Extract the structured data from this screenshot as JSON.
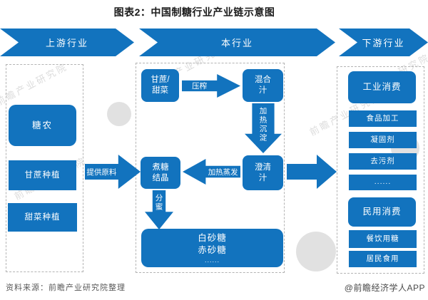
{
  "title": "图表2：中国制糖行业产业链示意图",
  "colors": {
    "primary_blue": "#1273BE",
    "dashed_border": "#b3b3b3",
    "footer_text": "#595959"
  },
  "banners": {
    "upstream": "上游行业",
    "main": "本行业",
    "downstream": "下游行业"
  },
  "upstream": {
    "farmer": "糖农",
    "cane_planting": "甘蔗种植",
    "beet_planting": "甜菜种植"
  },
  "flow": {
    "supply_label": "提供原料",
    "raw_material": "甘蔗/\n甜菜",
    "press_label": "压榨",
    "mixed_juice": "混合\n汁",
    "heat_settle_label": "加热沉淀",
    "clarified_juice": "澄清\n汁",
    "evaporate_label": "加热蒸发",
    "crystallize": "煮糖\n结晶",
    "separate_label": "分蜜",
    "products": "白砂糖\n赤砂糖",
    "products_more": "......"
  },
  "downstream": {
    "industrial": "工业消费",
    "industrial_items": [
      "食品加工",
      "凝固剂",
      "去污剂",
      "......"
    ],
    "civil": "民用消费",
    "civil_items": [
      "餐饮用糖",
      "居民食用"
    ]
  },
  "footer": {
    "source": "资料来源：前瞻产业研究院整理",
    "credit": "@前瞻经济学人APP"
  },
  "watermark": {
    "text": "前瞻产业研究院"
  }
}
